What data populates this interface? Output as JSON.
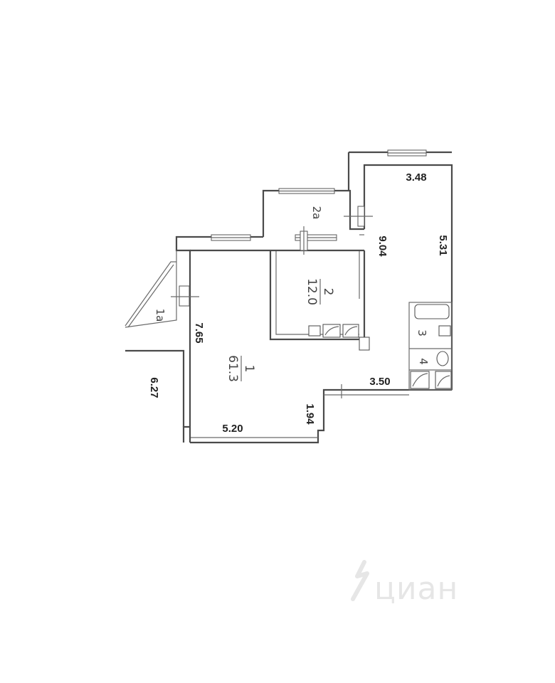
{
  "floor_plan": {
    "dimensions": {
      "top_width": "3.48",
      "right_height": "5.31",
      "inner_height": "9.04",
      "left_height": "7.65",
      "outer_left": "6.27",
      "bottom_width": "5.20",
      "bottom_step": "1.94",
      "step_width": "3.50"
    },
    "rooms": {
      "living": {
        "number": "1",
        "area": "61.3"
      },
      "room2": {
        "number": "2",
        "area": "12.0"
      },
      "balcony_2a": {
        "label": "2а"
      },
      "balcony_1a": {
        "label": "1а"
      },
      "bathroom": {
        "number": "3"
      },
      "wc": {
        "number": "4"
      }
    },
    "watermark": "циан"
  }
}
